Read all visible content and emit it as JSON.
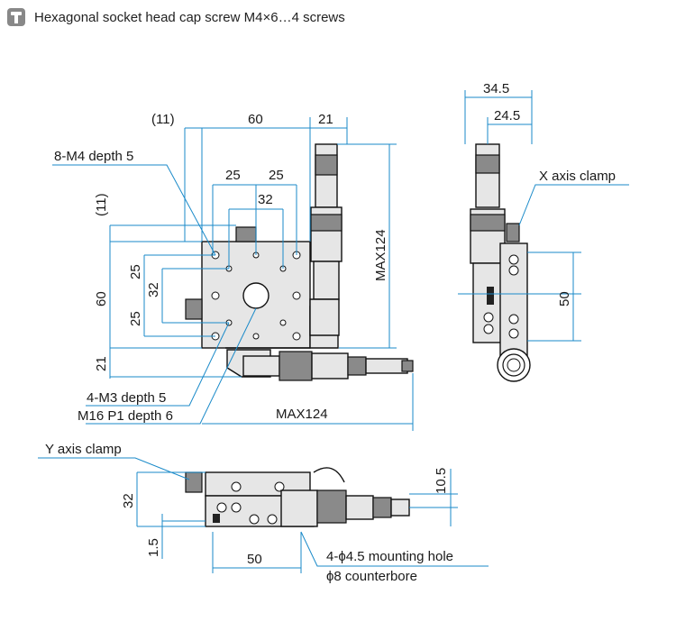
{
  "header": {
    "title": "Hexagonal socket head cap screw M4×6…4 screws",
    "icon": "screw-head-icon"
  },
  "labels": {
    "paren_11_top": "(11)",
    "dim_60_top": "60",
    "dim_21_top": "21",
    "dim_25_a": "25",
    "dim_25_b": "25",
    "dim_32_top": "32",
    "m4": "8-M4 depth 5",
    "paren_11_left": "(11)",
    "dim_25_left_a": "25",
    "dim_32_left": "32",
    "dim_60_left": "60",
    "dim_25_left_b": "25",
    "dim_21_left": "21",
    "m3": "4-M3 depth 5",
    "m16": "M16 P1 depth 6",
    "max124_h": "MAX124",
    "max124_v": "MAX124",
    "dim_34_5": "34.5",
    "dim_24_5": "24.5",
    "x_clamp": "X axis clamp",
    "dim_50_right": "50",
    "y_clamp": "Y axis clamp",
    "dim_32_bottom": "32",
    "dim_1_5": "1.5",
    "dim_50_bottom": "50",
    "dim_10_5": "10.5",
    "mount_hole": "4-ϕ4.5 mounting hole",
    "counterbore": "ϕ8 counterbore"
  },
  "colors": {
    "leader": "#1a8ac9",
    "outline": "#111111"
  }
}
